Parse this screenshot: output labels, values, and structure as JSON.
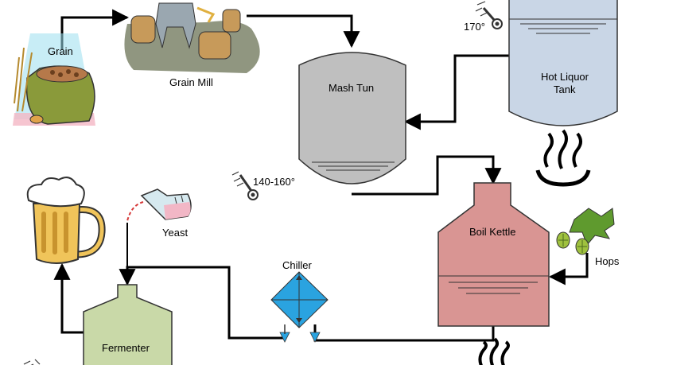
{
  "nodes": {
    "grain": {
      "label": "Grain"
    },
    "grain_mill": {
      "label": "Grain Mill"
    },
    "mash_tun": {
      "label": "Mash Tun"
    },
    "hot_liquor_tank": {
      "label_line1": "Hot Liquor",
      "label_line2": "Tank"
    },
    "boil_kettle": {
      "label": "Boil Kettle"
    },
    "hops": {
      "label": "Hops"
    },
    "chiller": {
      "label": "Chiller"
    },
    "yeast": {
      "label": "Yeast"
    },
    "fermenter": {
      "label": "Fermenter"
    }
  },
  "temperatures": {
    "hot_liquor": "170°",
    "mash": "140-160°"
  },
  "colors": {
    "mash_tun": "#bfbfbf",
    "hot_liquor_tank": "#c9d6e6",
    "boil_kettle": "#d99593",
    "fermenter": "#c9d9a8",
    "chiller": "#2aa3e0",
    "pipe": "#000000"
  },
  "icons": [
    "grain-sack-icon",
    "grain-mill-icon",
    "thermometer-icon",
    "heat-flame-icon",
    "hops-icon",
    "yeast-flask-icon",
    "beer-mug-icon"
  ]
}
